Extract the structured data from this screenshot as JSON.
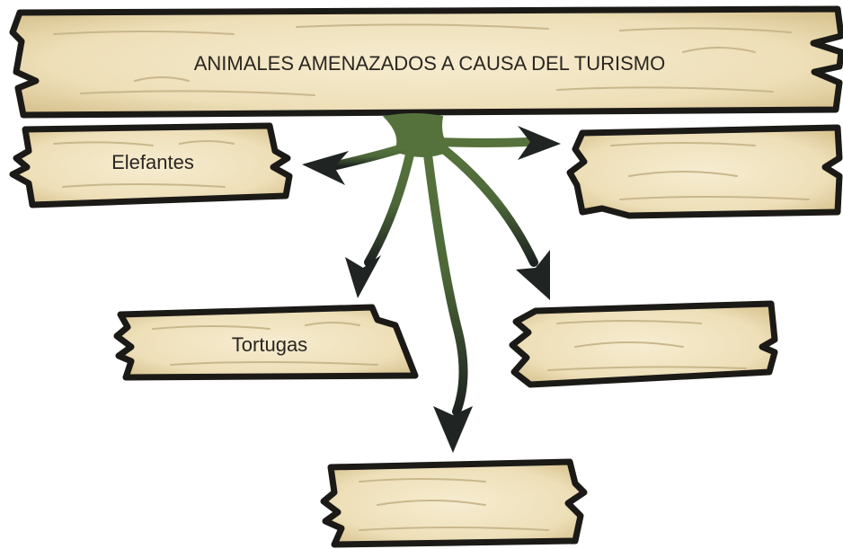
{
  "title": "ANIMALES AMENAZADOS A CAUSA DEL TURISMO",
  "planks": [
    {
      "id": "elefantes",
      "label": "Elefantes"
    },
    {
      "id": "upper-right",
      "label": ""
    },
    {
      "id": "tortugas",
      "label": "Tortugas"
    },
    {
      "id": "middle-right",
      "label": ""
    },
    {
      "id": "bottom",
      "label": ""
    }
  ],
  "colors": {
    "wood": "#efe3c1",
    "wood_dark": "#d9c79a",
    "wood_grain": "#c9b78c",
    "outline": "#1c1a17",
    "root_green": "#55713c",
    "arrow_dark": "#202422"
  }
}
